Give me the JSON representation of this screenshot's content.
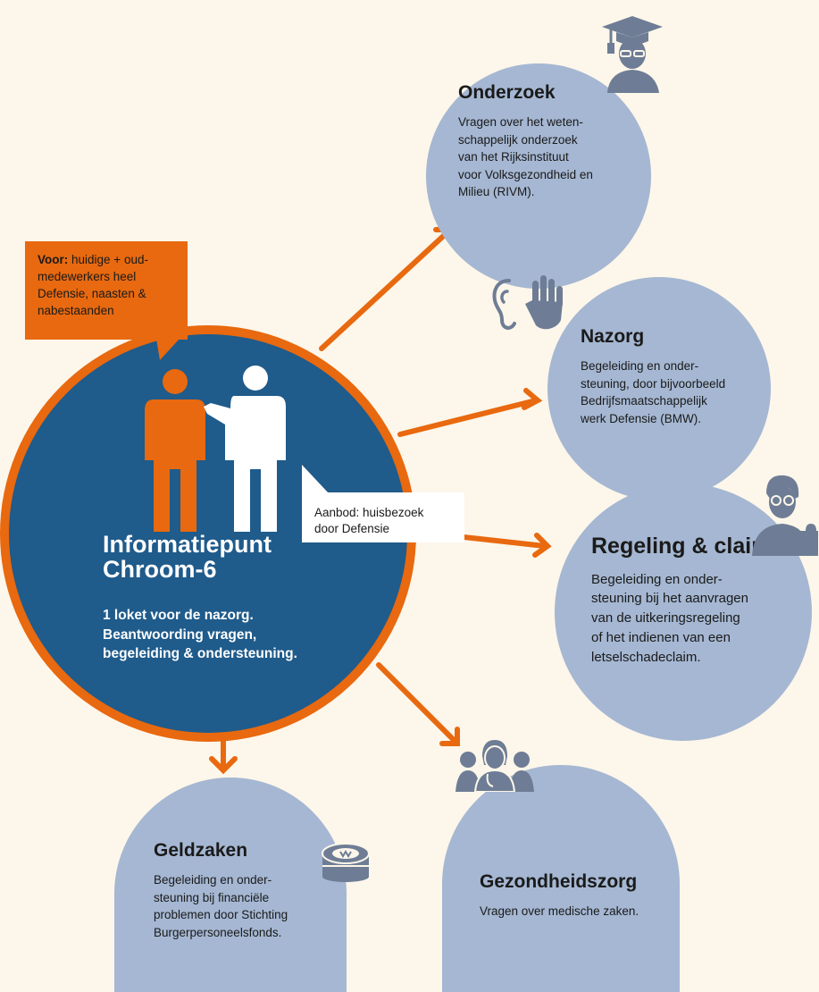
{
  "colors": {
    "background": "#fdf6ea",
    "orange": "#e8690f",
    "center_blue": "#1f5b8b",
    "node_blue": "#a5b7d2",
    "icon_gray": "#6e7d95"
  },
  "audience": {
    "label": "Voor:",
    "text": "huidige + oud-medewerkers heel Defensie, naasten & nabestaanden"
  },
  "offer": "Aanbod: huisbezoek\ndoor Defensie",
  "center": {
    "title": "Informatiepunt\nChroom-6",
    "subtitle": "1 loket voor de nazorg.\nBeantwoording vragen,\nbegeleiding & ondersteuning."
  },
  "nodes": [
    {
      "title": "Onderzoek",
      "text": "Vragen over het weten-\nschappelijk onderzoek\nvan het Rijksinstituut\nvoor Volksgezondheid en\nMilieu (RIVM).",
      "icon": "graduate-icon"
    },
    {
      "title": "Nazorg",
      "text": "Begeleiding en onder-\nsteuning, door bijvoorbeeld\nBedrijfsmaatschappelijk\nwerk Defensie (BMW).",
      "icon": "ear-hand-icon"
    },
    {
      "title": "Regeling & claim",
      "text": "Begeleiding en onder-\nsteuning bij het aanvragen\nvan de uitkeringsregeling\nof het indienen van een\nletselschadeclaim.",
      "icon": "person-puzzle-icon"
    },
    {
      "title": "Gezondheidszorg",
      "text": "Vragen over medische zaken.",
      "icon": "medical-team-icon"
    },
    {
      "title": "Geldzaken",
      "text": "Begeleiding en onder-\nsteuning bij financiële\nproblemen door Stichting\nBurgerpersoneelsfonds.",
      "icon": "coins-icon"
    }
  ]
}
